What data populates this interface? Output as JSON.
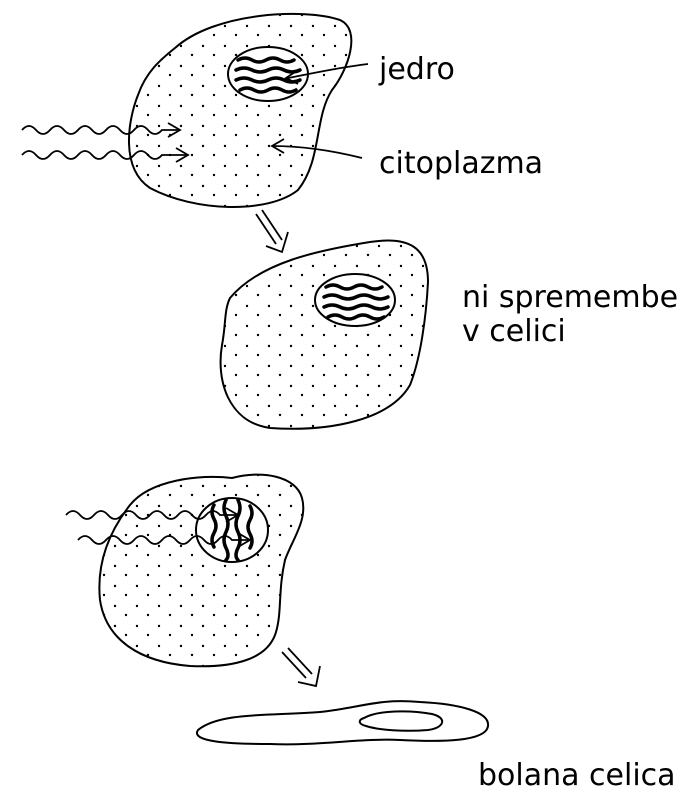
{
  "labels": {
    "nucleus": "jedro",
    "cytoplasm": "citoplazma",
    "no_change_line1": "ni spremembe",
    "no_change_line2": "v celici",
    "sick_cell": "bolana celica"
  },
  "colors": {
    "ink": "#000000",
    "background": "#ffffff"
  }
}
